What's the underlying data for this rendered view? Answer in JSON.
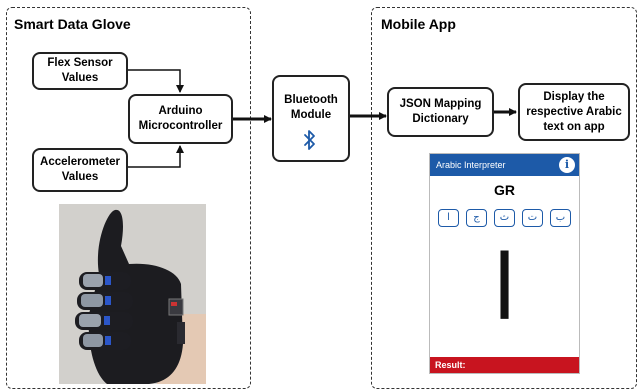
{
  "sections": {
    "left_title": "Smart Data Glove",
    "right_title": "Mobile App"
  },
  "nodes": {
    "flex_sensor": "Flex Sensor\nValues",
    "accelerometer": "Accelerometer\nValues",
    "arduino": "Arduino\nMicrocontroller",
    "bluetooth": "Bluetooth\nModule",
    "json_mapping": "JSON Mapping\nDictionary",
    "display": "Display the\nrespective Arabic\ntext on app"
  },
  "icons": {
    "bluetooth": "bluetooth-icon",
    "info": "info-icon",
    "glove": "glove-photo"
  },
  "phone": {
    "header": "Arabic Interpreter",
    "info_glyph": "i",
    "gesture_code": "GR",
    "keys": [
      "ا",
      "ج",
      "ث",
      "ت",
      "ب"
    ],
    "letter": "ا",
    "result_label": "Result:"
  },
  "colors": {
    "app_bar": "#1d5aa8",
    "result_bar": "#c8141f",
    "bluetooth": "#1d5aa8"
  }
}
